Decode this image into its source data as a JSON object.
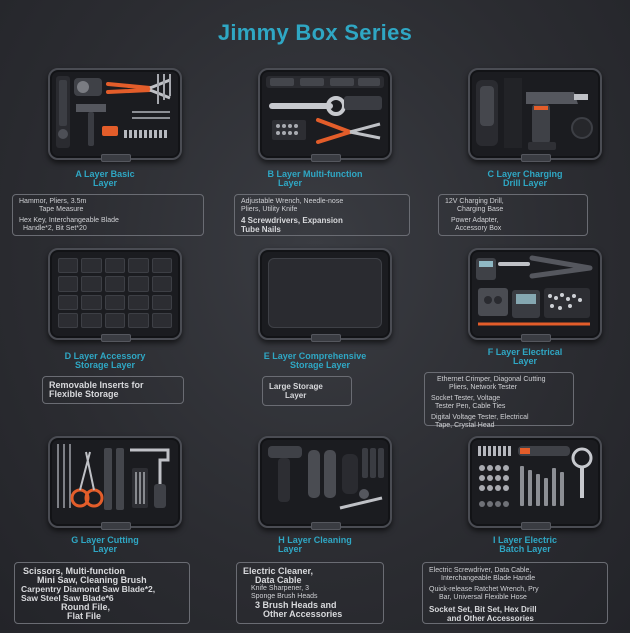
{
  "title": "Jimmy Box Series",
  "layers": [
    {
      "label": [
        "A Layer Basic",
        "Layer"
      ],
      "desc": [
        {
          "t": "Hammor, Pliers, 3.5m",
          "b": false
        },
        {
          "t": "Tape Measure",
          "b": false
        },
        {
          "t": "Hex Key, Interchangeable Blade",
          "b": false
        },
        {
          "t": "Handle*2, Bit Set*20",
          "b": false
        }
      ]
    },
    {
      "label": [
        "B Layer Multi-function",
        "Layer"
      ],
      "desc": [
        {
          "t": "Adjustable Wrench, Needle-nose",
          "b": false
        },
        {
          "t": "Pliers, Utility Knife",
          "b": false
        },
        {
          "t": "4 Screwdrivers, Expansion",
          "b": true
        },
        {
          "t": "Tube Nails",
          "b": true
        }
      ]
    },
    {
      "label": [
        "C Layer Charging",
        "Drill Layer"
      ],
      "desc": [
        {
          "t": "12V Charging Drill,",
          "b": false
        },
        {
          "t": "Charging Base",
          "b": false
        },
        {
          "t": "Power Adapter,",
          "b": false
        },
        {
          "t": "Accessory Box",
          "b": false
        }
      ]
    },
    {
      "label": [
        "D Layer Accessory",
        "Storage Layer"
      ],
      "desc": [
        {
          "t": "Removable Inserts for",
          "b": true
        },
        {
          "t": "Flexible Storage",
          "b": true
        }
      ]
    },
    {
      "label": [
        "E Layer Comprehensive",
        "Storage Layer"
      ],
      "desc": [
        {
          "t": "Large Storage",
          "b": true
        },
        {
          "t": "Layer",
          "b": true
        }
      ]
    },
    {
      "label": [
        "F Layer Electrical",
        "Layer"
      ],
      "desc": [
        {
          "t": "Ethernet Crimper, Diagonal Cutting",
          "b": false
        },
        {
          "t": "Pliers, Network Tester",
          "b": false
        },
        {
          "t": "Socket Tester, Voltage",
          "b": false
        },
        {
          "t": "Tester Pen, Cable Ties",
          "b": false
        },
        {
          "t": "Digital Voltage Tester, Electrical",
          "b": false
        },
        {
          "t": "Tape, Crystal Head",
          "b": false
        }
      ]
    },
    {
      "label": [
        "G Layer Cutting",
        "Layer"
      ],
      "desc": [
        {
          "t": "Scissors, Multi-function",
          "b": true
        },
        {
          "t": "Mini Saw, Cleaning Brush",
          "b": true
        },
        {
          "t": "Carpentry Diamond Saw Blade*2,",
          "b": true
        },
        {
          "t": "Saw Steel Saw Blade*6",
          "b": true
        },
        {
          "t": "Round File,",
          "b": true
        },
        {
          "t": "Flat File",
          "b": true
        }
      ]
    },
    {
      "label": [
        "H Layer Cleaning",
        "Layer"
      ],
      "desc": [
        {
          "t": "Electric Cleaner,",
          "b": true
        },
        {
          "t": "Data Cable",
          "b": true
        },
        {
          "t": "Knife Sharpener, 3",
          "b": false
        },
        {
          "t": "Sponge Brush Heads",
          "b": false
        },
        {
          "t": "3 Brush Heads and",
          "b": true
        },
        {
          "t": "Other Accessories",
          "b": true
        }
      ]
    },
    {
      "label": [
        "I Layer Electric",
        "Batch Layer"
      ],
      "desc": [
        {
          "t": "Electric Screwdriver, Data Cable,",
          "b": false
        },
        {
          "t": "Interchangeable Blade Handle",
          "b": false
        },
        {
          "t": "Quick-release Ratchet Wrench, Pry",
          "b": false
        },
        {
          "t": "Bar, Universal Flexible Hose",
          "b": false
        },
        {
          "t": "Socket Set, Bit Set, Hex Drill",
          "b": false
        },
        {
          "t": "and Other Accessories",
          "b": false
        }
      ]
    }
  ]
}
